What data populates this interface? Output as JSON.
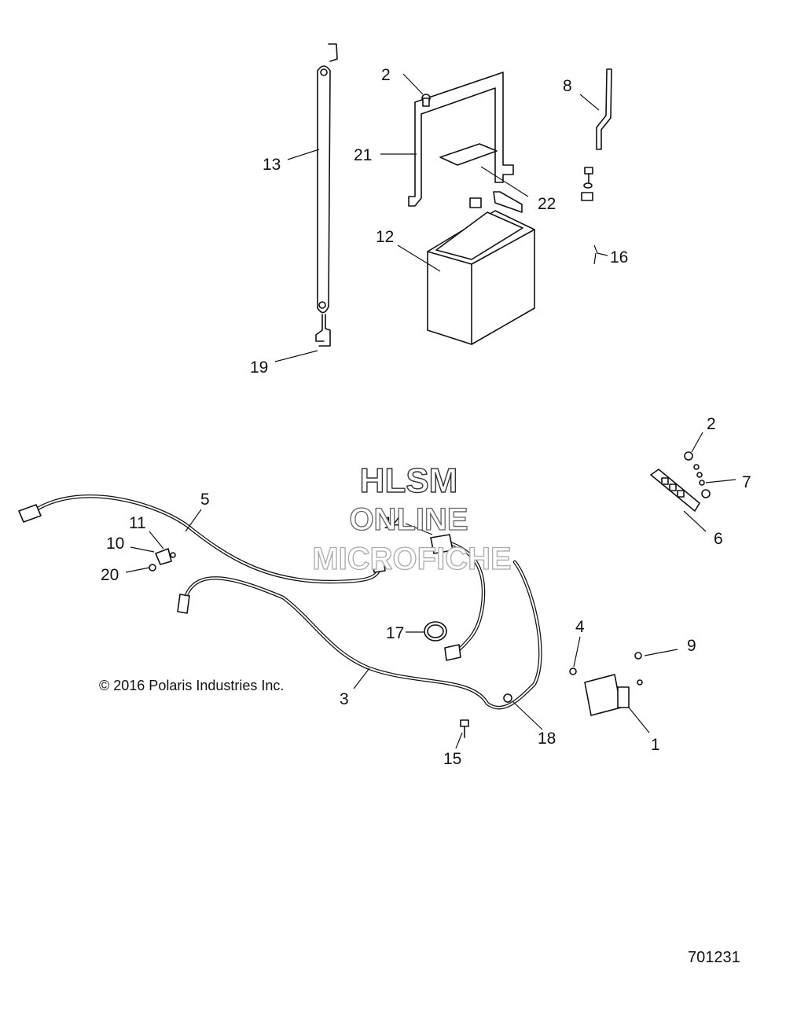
{
  "watermark": {
    "line1": "HLSM",
    "line2": "ONLINE",
    "line3": "MICROFICHE"
  },
  "copyright": "© 2016 Polaris Industries Inc.",
  "drawing_number": "701231",
  "callouts": {
    "c1": "1",
    "c2a": "2",
    "c2b": "2",
    "c3": "3",
    "c4": "4",
    "c5": "5",
    "c6": "6",
    "c7": "7",
    "c8": "8",
    "c9": "9",
    "c10": "10",
    "c11": "11",
    "c12": "12",
    "c13": "13",
    "c14": "14",
    "c15": "15",
    "c16": "16",
    "c17": "17",
    "c18": "18",
    "c19": "19",
    "c20": "20",
    "c21": "21",
    "c22": "22"
  }
}
